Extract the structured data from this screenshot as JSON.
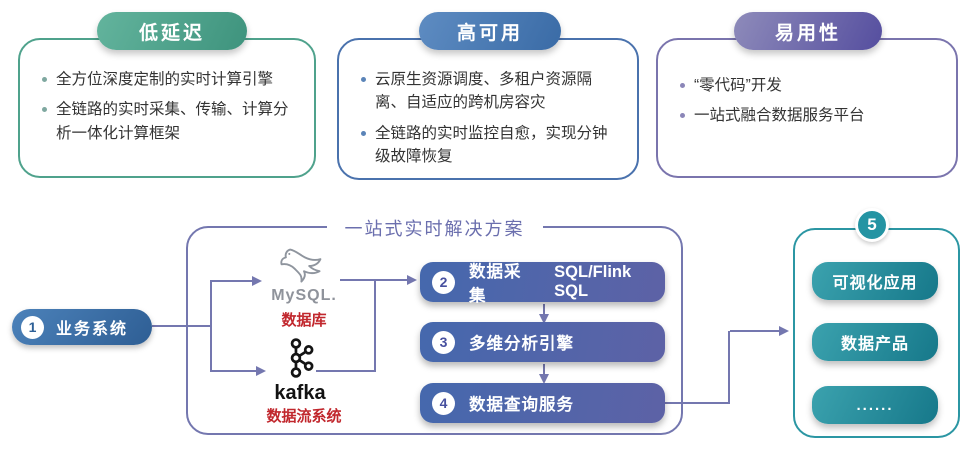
{
  "cards": [
    {
      "title": "低延迟",
      "bullets": [
        "全方位深度定制的实时计算引擎",
        "全链路的实时采集、传输、计算分析一体化计算框架"
      ],
      "accent": "#4FA28C"
    },
    {
      "title": "高可用",
      "bullets": [
        "云原生资源调度、多租户资源隔离、自适应的跨机房容灾",
        "全链路的实时监控自愈，实现分钟级故障恢复"
      ],
      "accent": "#4A72AD"
    },
    {
      "title": "易用性",
      "bullets": [
        "“零代码”开发",
        "一站式融合数据服务平台"
      ],
      "accent": "#7A74AD"
    }
  ],
  "solution": {
    "title": "一站式实时解决方案",
    "source": {
      "num": "1",
      "label": "业务系统"
    },
    "mysql": {
      "wordmark": "MySQL.",
      "caption": "数据库"
    },
    "kafka": {
      "wordmark": "kafka",
      "caption": "数据流系统"
    },
    "steps": [
      {
        "num": "2",
        "label": "数据采集",
        "tech": "SQL/Flink SQL"
      },
      {
        "num": "3",
        "label": "多维分析引擎",
        "tech": ""
      },
      {
        "num": "4",
        "label": "数据查询服务",
        "tech": ""
      }
    ],
    "output": {
      "num": "5",
      "items": [
        "可视化应用",
        "数据产品",
        "......"
      ]
    }
  },
  "colors": {
    "low_latency_accent": "#4FA28C",
    "high_availability_accent": "#4A72AD",
    "usability_accent": "#7A74AD",
    "connector": "#7477AF",
    "step_node": "#4C66AB",
    "source_node": "#3D72AC",
    "output_teal": "#2793A2",
    "caption_red": "#C1272D"
  }
}
